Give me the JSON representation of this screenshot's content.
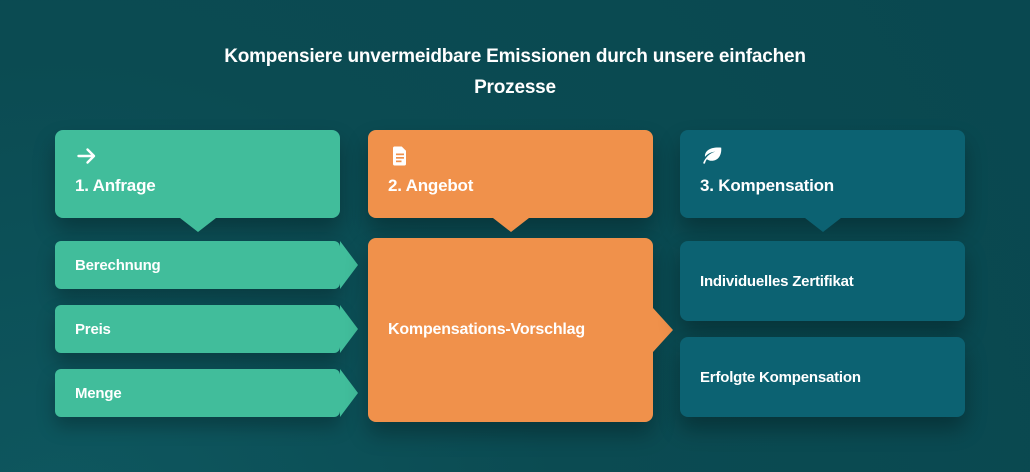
{
  "page": {
    "title_line1": "Kompensiere unvermeidbare Emissionen durch unsere einfachen",
    "title_line2": "Prozesse"
  },
  "colors": {
    "background": "#0b4b52",
    "green": "#41bd9b",
    "orange": "#f0914b",
    "teal": "#0c6272",
    "text": "#ffffff"
  },
  "columns": [
    {
      "icon": "arrow-right-icon",
      "header": "1. Anfrage",
      "items": [
        "Berechnung",
        "Preis",
        "Menge"
      ]
    },
    {
      "icon": "document-icon",
      "header": "2. Angebot",
      "items": [
        "Kompensations-Vorschlag"
      ]
    },
    {
      "icon": "leaf-icon",
      "header": "3. Kompensation",
      "items": [
        "Individuelles Zertifikat",
        "Erfolgte Kompensation"
      ]
    }
  ]
}
